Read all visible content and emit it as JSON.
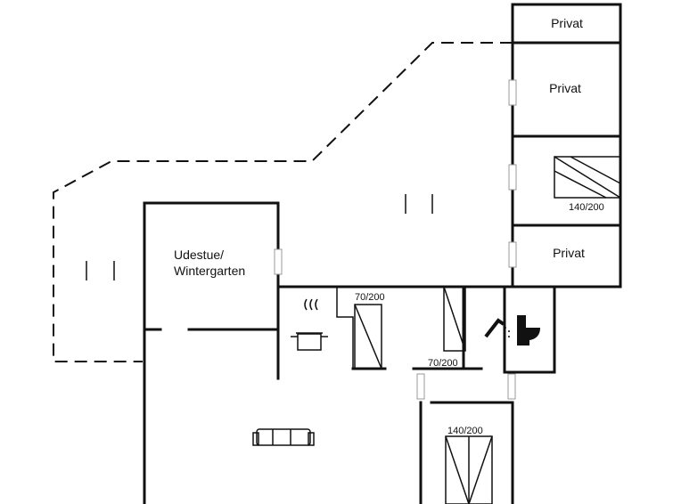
{
  "rooms": {
    "privat_1": "Privat",
    "privat_2": "Privat",
    "privat_3": "Privat",
    "udestue": [
      "Udestue/",
      "Wintergarten"
    ]
  },
  "beds": {
    "bed_140_right": "140/200",
    "bed_70_a": "70/200",
    "bed_70_b": "70/200",
    "bed_140_bottom": "140/200"
  },
  "icons": {
    "kitchen": "cooking-pot-icon",
    "shower": "shower-icon",
    "toilet": "toilet-icon",
    "sofa": "sofa-icon"
  }
}
